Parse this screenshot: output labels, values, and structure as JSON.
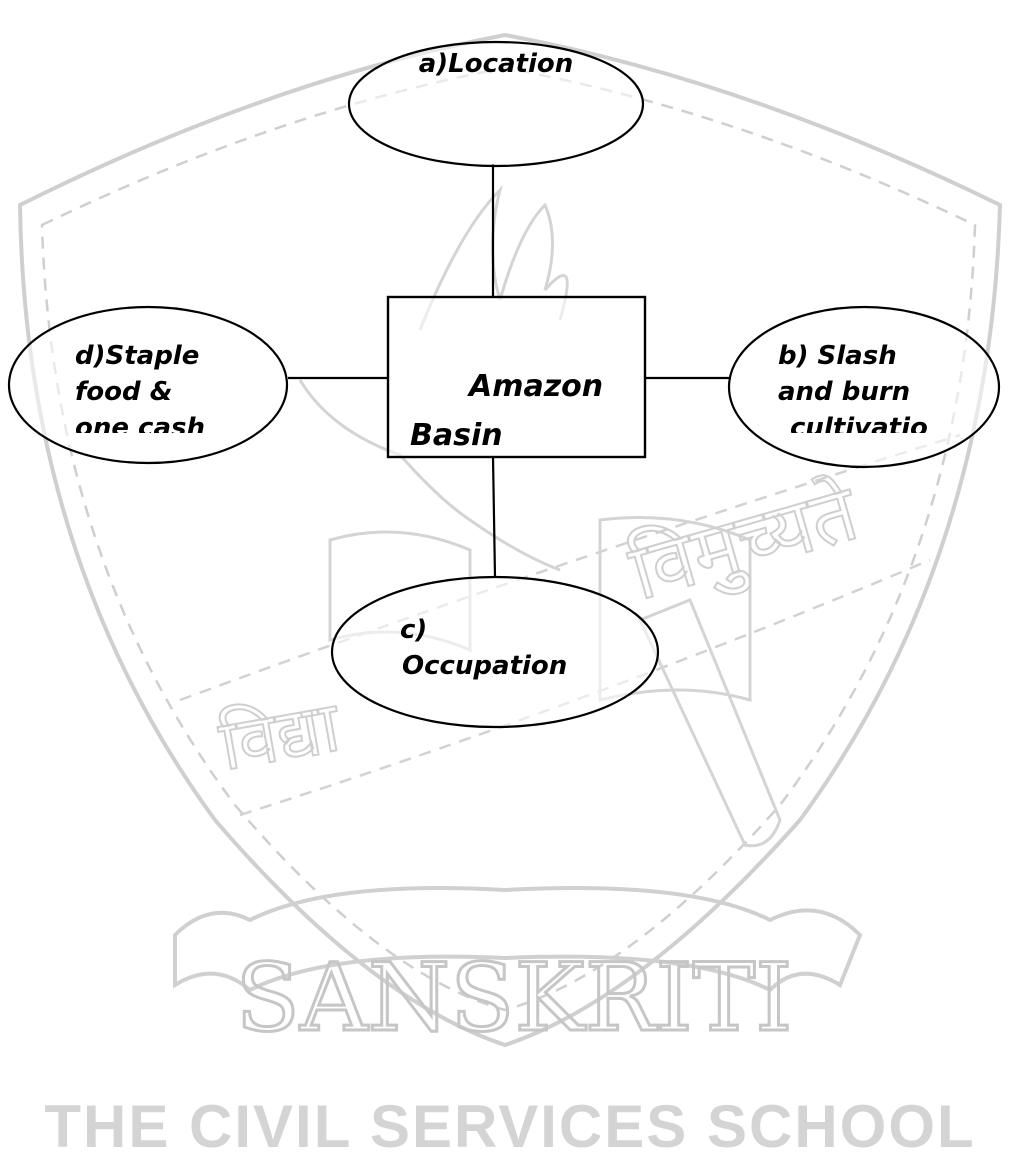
{
  "watermark": {
    "motto_top": "विमुच्यते",
    "motto_left": "विद्या",
    "banner_word": "SANSKRITI",
    "school_line": "THE CIVIL SERVICES SCHOOL",
    "color": "#c9c9c9"
  },
  "diagram": {
    "center": {
      "lines": [
        "Amazon",
        "Basin"
      ]
    },
    "nodes": {
      "top": {
        "lines": [
          "a)Location"
        ]
      },
      "right": {
        "lines": [
          "b) Slash",
          "and burn",
          "cultivatio"
        ]
      },
      "bottom": {
        "lines": [
          "c)",
          "Occupation"
        ]
      },
      "left": {
        "lines": [
          "d)Staple",
          "food &",
          "one cash"
        ]
      }
    },
    "stroke_color": "#000000"
  }
}
